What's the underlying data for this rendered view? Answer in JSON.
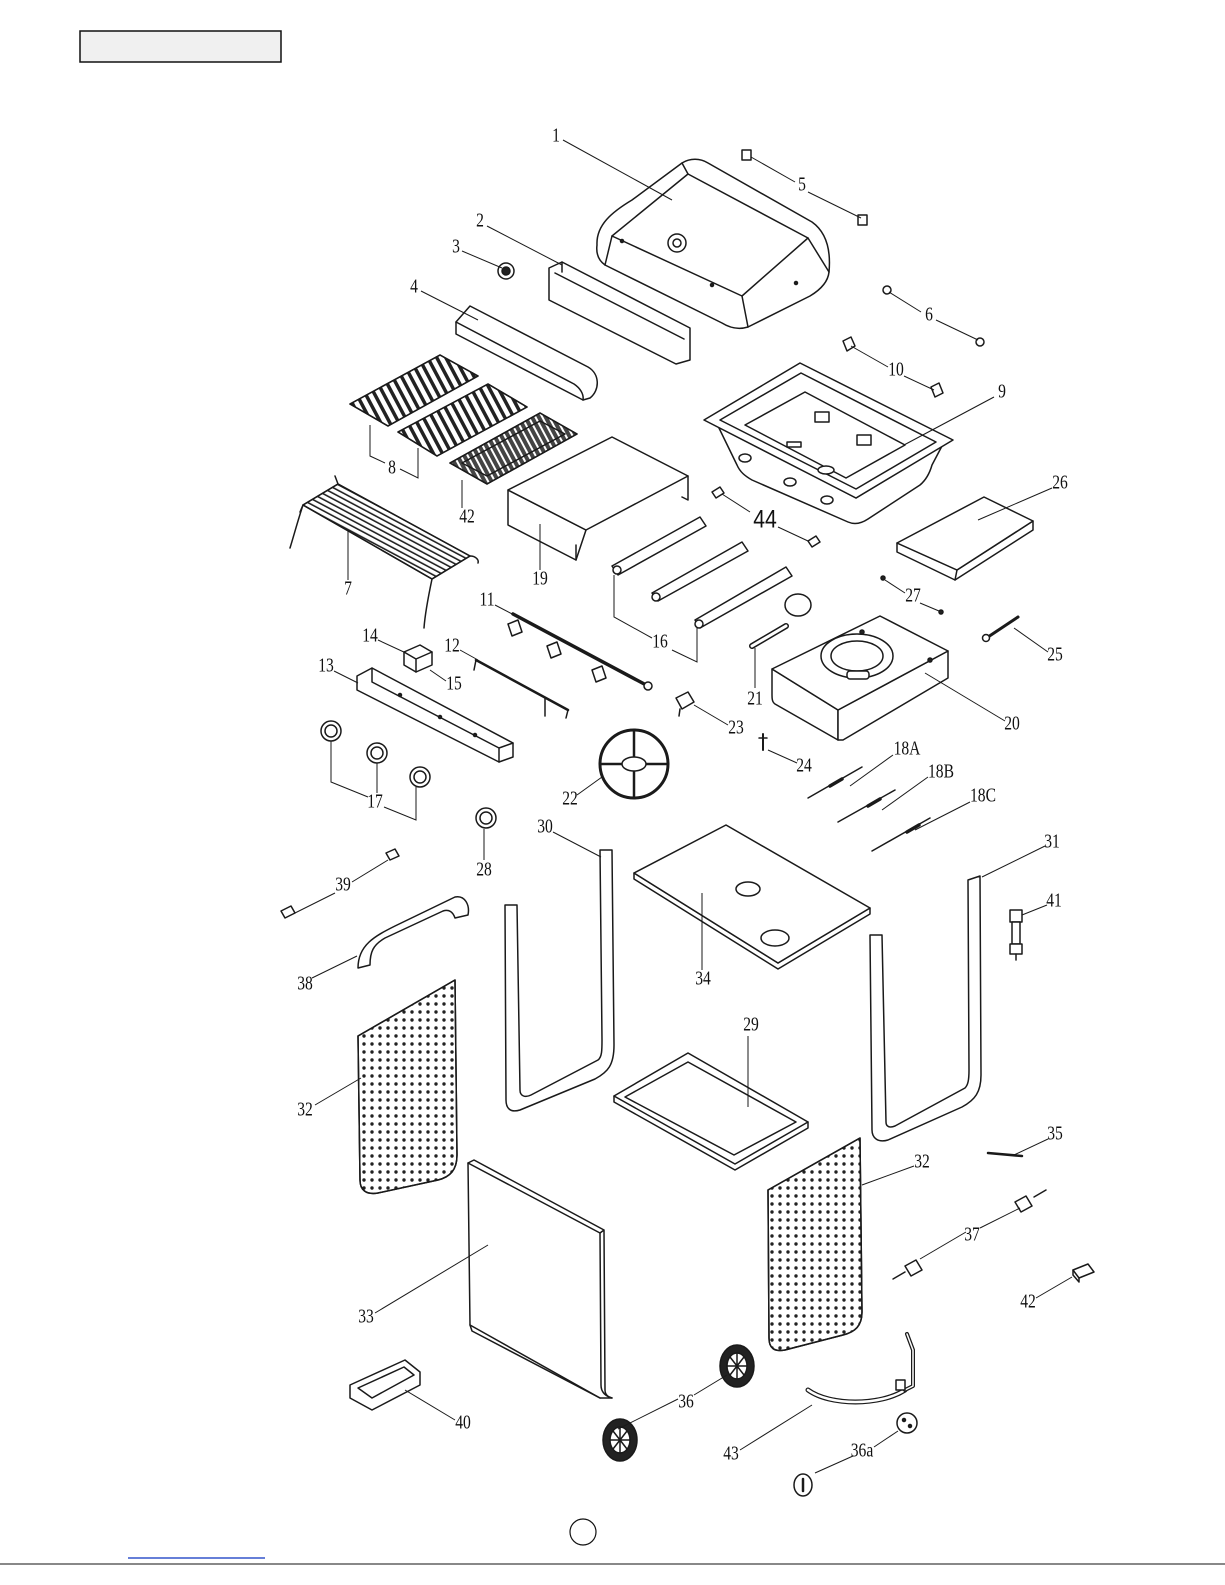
{
  "document": {
    "type": "exploded parts diagram",
    "colors": {
      "line": "#1a1a1a",
      "header_box_fill": "#f0f0f0",
      "link_underline": "#3355cc"
    }
  },
  "callouts": {
    "p1": "1",
    "p2": "2",
    "p3": "3",
    "p4": "4",
    "p5": "5",
    "p6": "6",
    "p7": "7",
    "p8": "8",
    "p9": "9",
    "p10": "10",
    "p11": "11",
    "p12": "12",
    "p13": "13",
    "p14": "14",
    "p15": "15",
    "p16": "16",
    "p17": "17",
    "p18a": "18A",
    "p18b": "18B",
    "p18c": "18C",
    "p19": "19",
    "p20": "20",
    "p21": "21",
    "p22": "22",
    "p23": "23",
    "p24": "24",
    "p25": "25",
    "p26": "26",
    "p27": "27",
    "p28": "28",
    "p29": "29",
    "p30": "30",
    "p31": "31",
    "p32_left": "32",
    "p32_right": "32",
    "p33": "33",
    "p34": "34",
    "p35": "35",
    "p36": "36",
    "p36a": "36a",
    "p37": "37",
    "p38": "38",
    "p39": "39",
    "p40": "40",
    "p41": "41",
    "p42_top": "42",
    "p42_bottom": "42",
    "p43": "43",
    "p44": "44"
  }
}
